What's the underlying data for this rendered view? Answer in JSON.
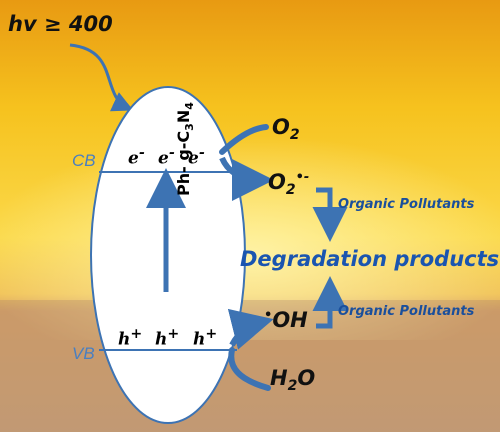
{
  "light": {
    "label": "hv ≥ 400"
  },
  "bands": {
    "cb": "CB",
    "vb": "VB"
  },
  "catalyst": {
    "prefix": "Ph- g-C",
    "sub1": "3",
    "mid": "N",
    "sub2": "4"
  },
  "electron": {
    "symbol": "e",
    "charge": "-"
  },
  "hole": {
    "symbol": "h",
    "charge": "+"
  },
  "species": {
    "o2": {
      "base": "O",
      "sub": "2"
    },
    "superoxide": {
      "base": "O",
      "sub": "2",
      "sup": "•-"
    },
    "hydroxyl": {
      "dot": "•",
      "base": "OH"
    },
    "water": {
      "base": "H",
      "sub": "2",
      "tail": "O"
    }
  },
  "reactant_label_1": "Organic Pollutants",
  "reactant_label_2": "Organic Pollutants",
  "product": "Degradation products",
  "colors": {
    "arrow": "#3d73b3",
    "band_text": "#4a7fc0",
    "product_text": "#1a55b0",
    "pollutant_text": "#1a4f9c",
    "ellipse_stroke": "#3d73b3"
  }
}
